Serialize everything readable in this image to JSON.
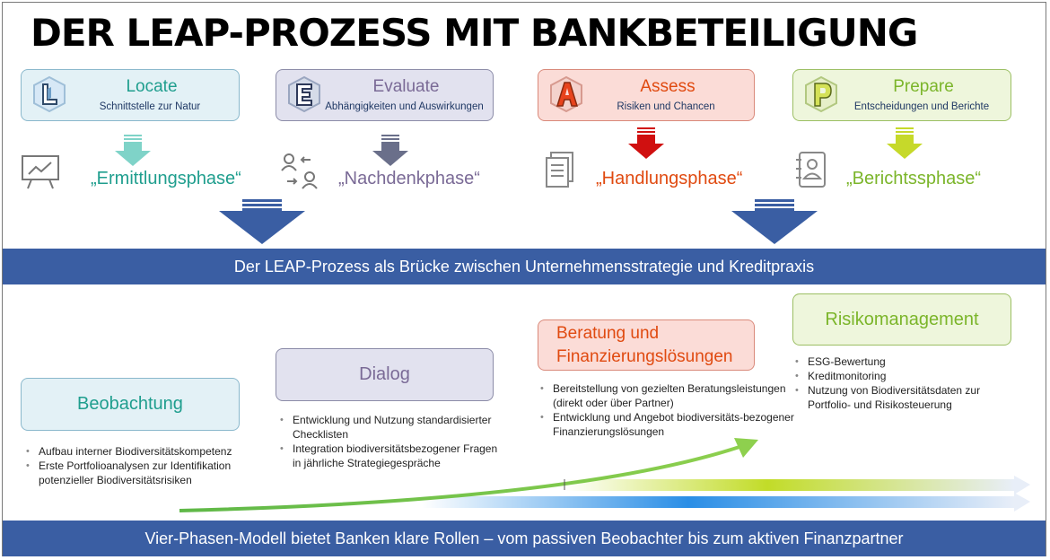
{
  "title": "DER LEAP-PROZESS MIT BANKBETEILIGUNG",
  "phases": [
    {
      "name": "Locate",
      "subtitle": "Schnittstelle zur Natur",
      "quote": "„Ermittlungsphase“",
      "letter": "L",
      "color": "#1f9e8e"
    },
    {
      "name": "Evaluate",
      "subtitle": "Abhängigkeiten und Auswirkungen",
      "quote": "„Nachdenkphase“",
      "letter": "E",
      "color": "#7a6a96"
    },
    {
      "name": "Assess",
      "subtitle": "Risiken und Chancen",
      "quote": "„Handlungsphase“",
      "letter": "A",
      "color": "#e04a10"
    },
    {
      "name": "Prepare",
      "subtitle": "Entscheidungen und Berichte",
      "quote": "„Berichtssphase“",
      "letter": "P",
      "color": "#7bb52a"
    }
  ],
  "band_top": "Der LEAP-Prozess als Brücke zwischen Unternehmensstrategie und Kreditpraxis",
  "roles": [
    {
      "title": "Beobachtung",
      "bullets": [
        "Aufbau interner Biodiversitätskompetenz",
        "Erste Portfolioanalysen zur Identifikation potenzieller Biodiversitätsrisiken"
      ]
    },
    {
      "title": "Dialog",
      "bullets": [
        "Entwicklung und Nutzung standardisierter Checklisten",
        "Integration biodiversitätsbezogener Fragen in jährliche Strategiegespräche"
      ]
    },
    {
      "title": "Beratung und Finanzierungslösungen",
      "bullets": [
        "Bereitstellung von gezielten Beratungsleistungen (direkt oder über Partner)",
        "Entwicklung und Angebot biodiversitäts-bezogener Finanzierungslösungen"
      ]
    },
    {
      "title": "Risikomanagement",
      "bullets": [
        "ESG-Bewertung",
        "Kreditmonitoring",
        "Nutzung von Biodiversitätsdaten zur Portfolio- und Risikosteuerung"
      ]
    }
  ],
  "band_bottom": "Vier-Phasen-Modell bietet Banken klare Rollen – vom passiven Beobachter bis zum aktiven Finanzpartner",
  "icons": [
    "presentation-icon",
    "swap-users-icon",
    "documents-icon",
    "contact-card-icon"
  ]
}
